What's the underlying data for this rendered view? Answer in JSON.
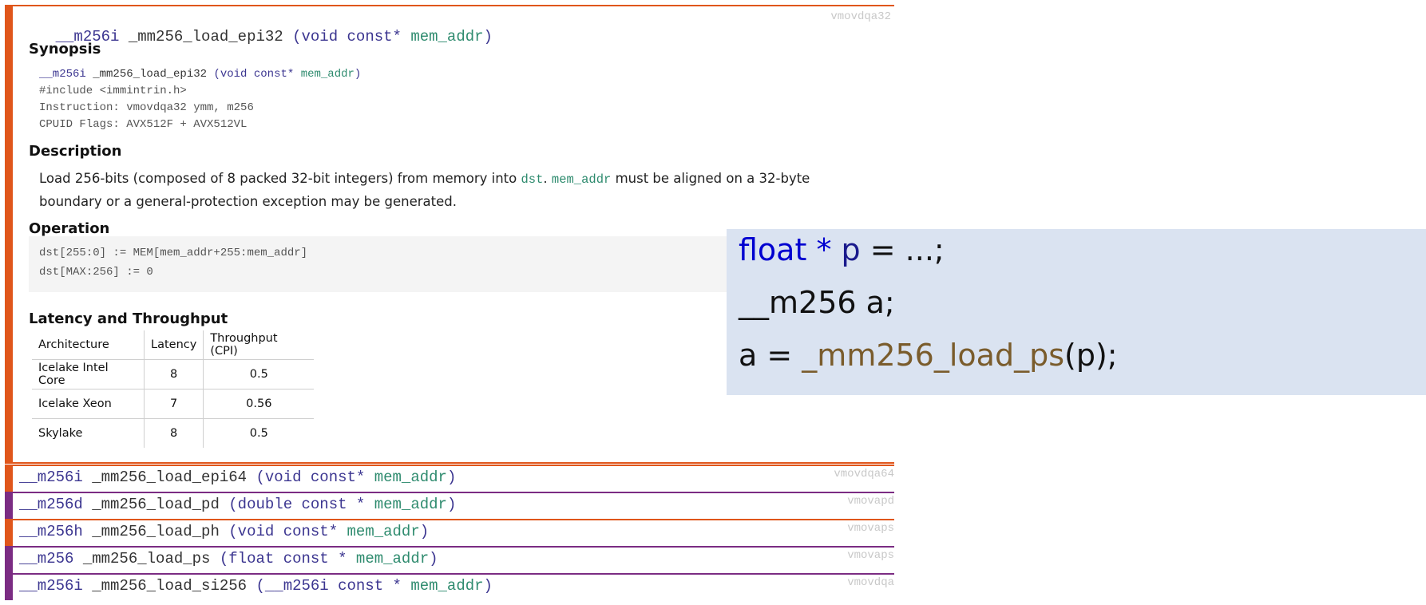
{
  "expanded": {
    "return_type": "__m256i",
    "name": "_mm256_load_epi32",
    "params_open": "(",
    "param_kw": "void const*",
    "param_name": "mem_addr",
    "params_close": ")",
    "instruction_tag": "vmovdqa32",
    "synopsis": {
      "title": "Synopsis",
      "return_type": "__m256i",
      "name": "_mm256_load_epi32",
      "param_kw": "(void const*",
      "param_name": "mem_addr",
      "close": ")",
      "include": "#include <immintrin.h>",
      "instruction": "Instruction: vmovdqa32 ymm, m256",
      "cpuid": "CPUID Flags: AVX512F + AVX512VL"
    },
    "description": {
      "title": "Description",
      "text1": "Load 256-bits (composed of 8 packed 32-bit integers) from memory into ",
      "code1": "dst",
      "text2": ". ",
      "code2": "mem_addr",
      "text3": " must be aligned on a 32-byte boundary or a general-protection exception may be generated."
    },
    "operation": {
      "title": "Operation",
      "line1": "dst[255:0] := MEM[mem_addr+255:mem_addr]",
      "line2": "dst[MAX:256] := 0"
    },
    "latency": {
      "title": "Latency and Throughput",
      "headers": [
        "Architecture",
        "Latency",
        "Throughput (CPI)"
      ],
      "rows": [
        [
          "Icelake Intel Core",
          "8",
          "0.5"
        ],
        [
          "Icelake Xeon",
          "7",
          "0.56"
        ],
        [
          "Skylake",
          "8",
          "0.5"
        ]
      ]
    }
  },
  "rows": [
    {
      "ret": "__m256i",
      "name": "_mm256_load_epi64",
      "kw": "(void const*",
      "arg": "mem_addr",
      "close": ")",
      "tag": "vmovdqa64",
      "color": "#e0561b"
    },
    {
      "ret": "__m256d",
      "name": "_mm256_load_pd",
      "kw": "(double const *",
      "arg": "mem_addr",
      "close": ")",
      "tag": "vmovapd",
      "color": "#7b2c83"
    },
    {
      "ret": "__m256h",
      "name": "_mm256_load_ph",
      "kw": "(void const*",
      "arg": "mem_addr",
      "close": ")",
      "tag": "vmovaps",
      "color": "#e0561b"
    },
    {
      "ret": "__m256",
      "name": "_mm256_load_ps",
      "kw": "(float const *",
      "arg": "mem_addr",
      "close": ")",
      "tag": "vmovaps",
      "color": "#7b2c83"
    },
    {
      "ret": "__m256i",
      "name": "_mm256_load_si256",
      "kw": "(__m256i const *",
      "arg": "mem_addr",
      "close": ")",
      "tag": "vmovdqa",
      "color": "#7b2c83"
    }
  ],
  "code_overlay": {
    "line1": {
      "kw": "float",
      "star": " *",
      "var": " p",
      "rest": " = ...;"
    },
    "line2": "__m256 a;",
    "line3": {
      "lhs": "a = ",
      "fn": "_mm256_load_ps",
      "rest": "(p);"
    }
  },
  "colors": {
    "avx512_accent": "#e0561b",
    "avx_accent": "#7b2c83",
    "code_bg": "#dae3f1"
  }
}
